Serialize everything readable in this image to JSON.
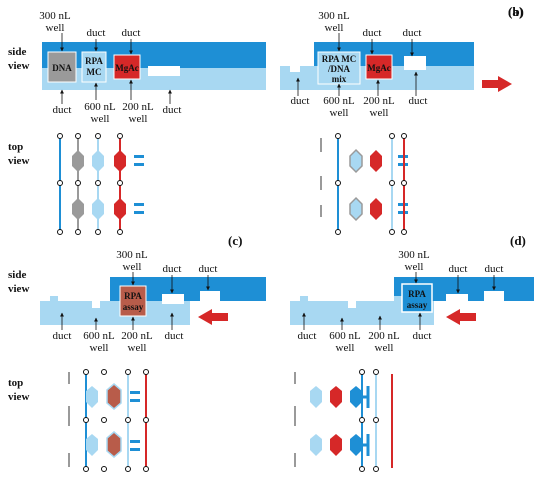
{
  "colors": {
    "top_layer": "#1e8fd5",
    "bottom_layer": "#a8d8f2",
    "mgac": "#d62828",
    "dna": "#9a9a9a",
    "rpa_mc": "#a8d8f2",
    "rpa_assay": "#b85c4a",
    "rpa_assay_blue": "#1e8fd5",
    "arrow": "#d62828"
  },
  "rows": {
    "side": [
      "side",
      "view"
    ],
    "top": [
      "top",
      "view"
    ]
  },
  "panels": {
    "a": {
      "letter": "(a)",
      "top_labels": {
        "well300": [
          "300 nL",
          "well"
        ],
        "duct1": "duct",
        "duct2": "duct"
      },
      "chambers": {
        "dna": "DNA",
        "rpa_mc": [
          "RPA",
          "MC"
        ],
        "mgac": "MgAc"
      },
      "bottom_labels": {
        "duct1": "duct",
        "well600": [
          "600 nL",
          "well"
        ],
        "well200": [
          "200 nL",
          "well"
        ],
        "duct2": "duct"
      }
    },
    "b": {
      "letter": "(b)",
      "top_labels": {
        "well300": [
          "300 nL",
          "well"
        ],
        "duct1": "duct",
        "duct2": "duct"
      },
      "chambers": {
        "mix": [
          "RPA MC",
          "/DNA",
          "mix"
        ],
        "mgac": "MgAc"
      },
      "bottom_labels": {
        "duct1": "duct",
        "well600": [
          "600 nL",
          "well"
        ],
        "well200": [
          "200 nL",
          "well"
        ],
        "duct2": "duct"
      }
    },
    "c": {
      "letter": "(c)",
      "top_labels": {
        "well300": [
          "300 nL",
          "well"
        ],
        "duct1": "duct",
        "duct2": "duct"
      },
      "chambers": {
        "assay": [
          "RPA",
          "assay"
        ]
      },
      "bottom_labels": {
        "duct1": "duct",
        "well600": [
          "600 nL",
          "well"
        ],
        "well200": [
          "200 nL",
          "well"
        ],
        "duct2": "duct"
      }
    },
    "d": {
      "letter": "(d)",
      "top_labels": {
        "well300": [
          "300 nL",
          "well"
        ],
        "duct1": "duct",
        "duct2": "duct"
      },
      "chambers": {
        "assay": [
          "RPA",
          "assay"
        ]
      },
      "bottom_labels": {
        "duct1": "duct",
        "well600": [
          "600 nL",
          "well"
        ],
        "well200": [
          "200 nL",
          "well"
        ],
        "duct2": "duct"
      }
    }
  }
}
